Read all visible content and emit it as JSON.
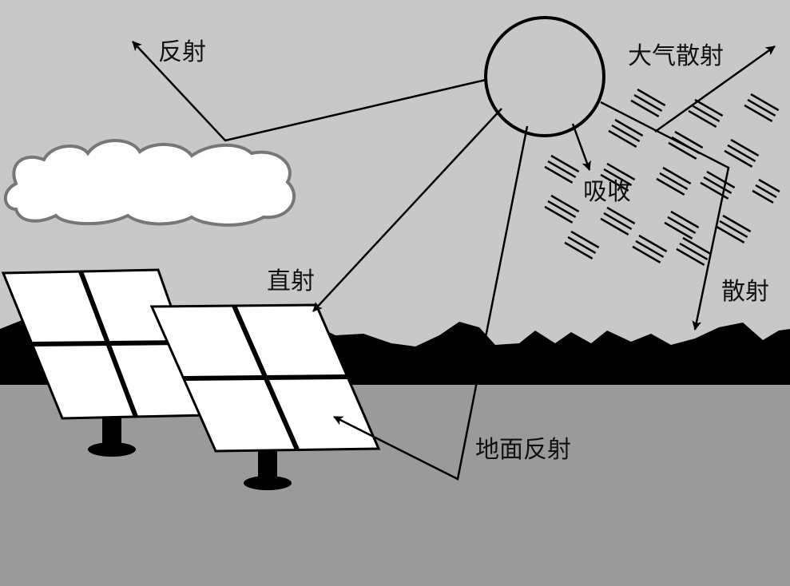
{
  "labels": {
    "reflection": "反射",
    "atmospheric_scattering": "大气散射",
    "absorption": "吸收",
    "direct": "直射",
    "scattering": "散射",
    "ground_reflection": "地面反射"
  },
  "colors": {
    "sky": "#c8c8c8",
    "ground": "#9a9a9a",
    "mountains": "#000000",
    "cloud": "#ffffff",
    "panel": "#ffffff",
    "ink": "#000000"
  }
}
